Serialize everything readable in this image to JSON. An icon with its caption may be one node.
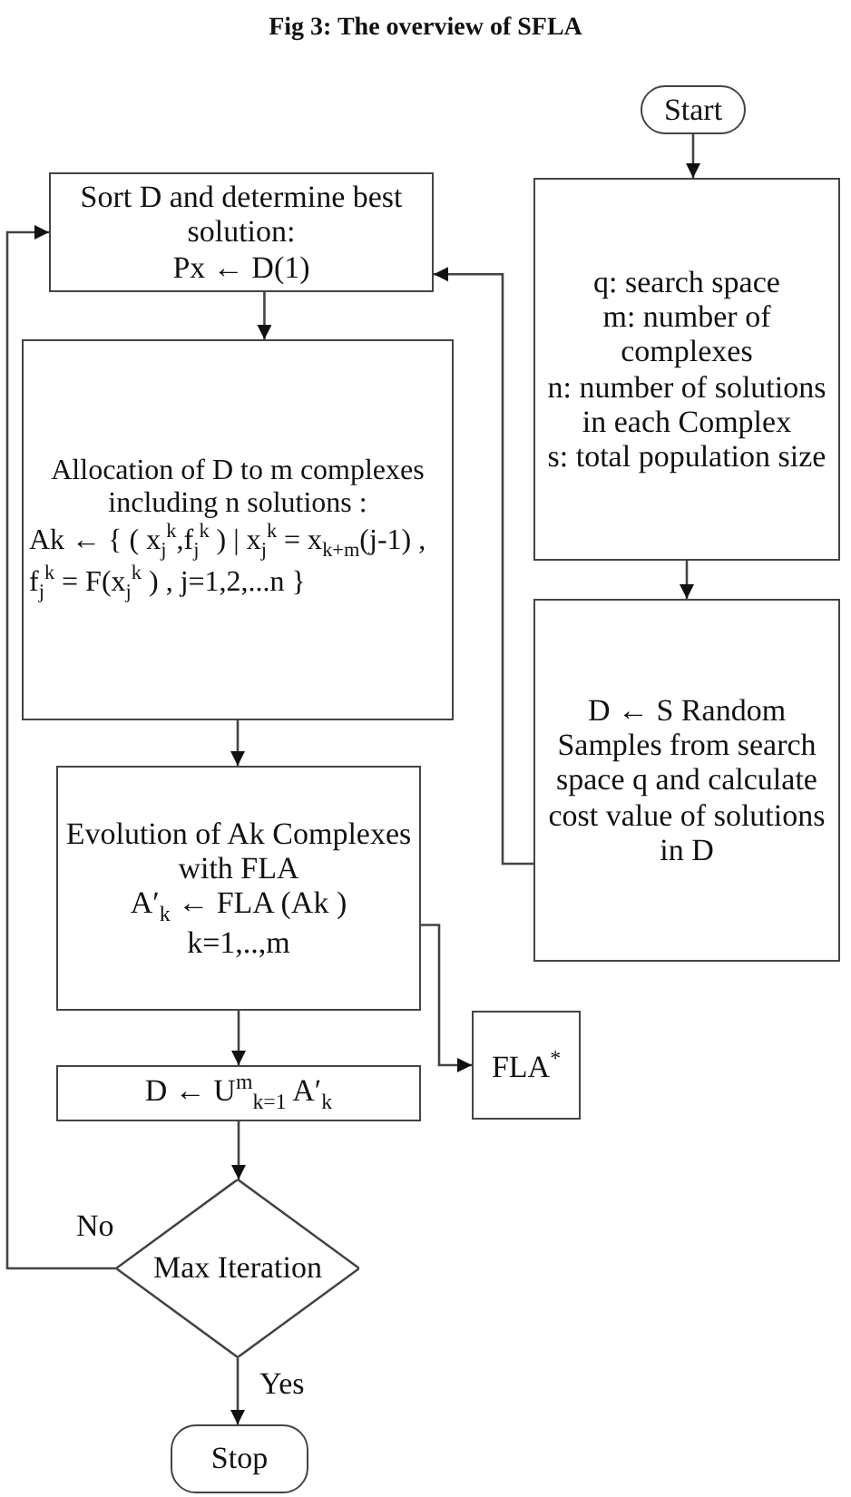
{
  "diagram": {
    "title": "Fig 3: The overview of SFLA",
    "nodes": [
      {
        "text": [
          "Start"
        ]
      },
      {
        "text": [
          "q: search space",
          "m: number of complexes",
          "n: number of solutions in each Complex",
          "s: total population size"
        ]
      },
      {
        "text": [
          "D ← S Random Samples from search space q and calculate cost value of solutions in D"
        ]
      },
      {
        "text": [
          "Sort D and determine best solution:",
          "Px ← D(1)"
        ]
      },
      {
        "text": [
          "Allocation of D to m complexes including n solutions :",
          "Ak ← { ( x$_{j}$$^{k}$,f$_{j}$$^{k}$ ) | x$_{j}$$^{k}$ = x$_{k+m}$(j-1) , f$_{j}$$^{k}$ = F(x$_{j}$$^{k}$ ) , j=1,2,...n }"
        ]
      },
      {
        "text": [
          "Evolution of Ak Complexes with FLA",
          "A′$_{k}$ ← FLA (Ak )",
          "k=1,..,m"
        ]
      },
      {
        "text": [
          "D ← U$^{m}$$_{k=1}$ A′$_{k}$"
        ]
      },
      {
        "text": [
          "FLA$^{*}$"
        ]
      },
      {
        "text": [
          "Max Iteration"
        ]
      },
      {
        "text": [
          "Stop"
        ]
      }
    ],
    "edges": [
      {
        "from": 0,
        "to": 1,
        "arrow": "to"
      },
      {
        "from": 1,
        "to": 2,
        "arrow": "to"
      },
      {
        "from": 2,
        "to": 3,
        "arrow": "to"
      },
      {
        "from": 3,
        "to": 4,
        "arrow": "to"
      },
      {
        "from": 4,
        "to": 5,
        "arrow": "to"
      },
      {
        "from": 5,
        "to": 6,
        "arrow": "to"
      },
      {
        "from": 5,
        "to": 7,
        "arrow": "to"
      },
      {
        "from": 6,
        "to": 8,
        "arrow": "to"
      },
      {
        "from": 8,
        "to": 3,
        "arrow": "to",
        "label": "No"
      },
      {
        "from": 8,
        "to": 9,
        "arrow": "to",
        "label": "Yes"
      }
    ]
  }
}
